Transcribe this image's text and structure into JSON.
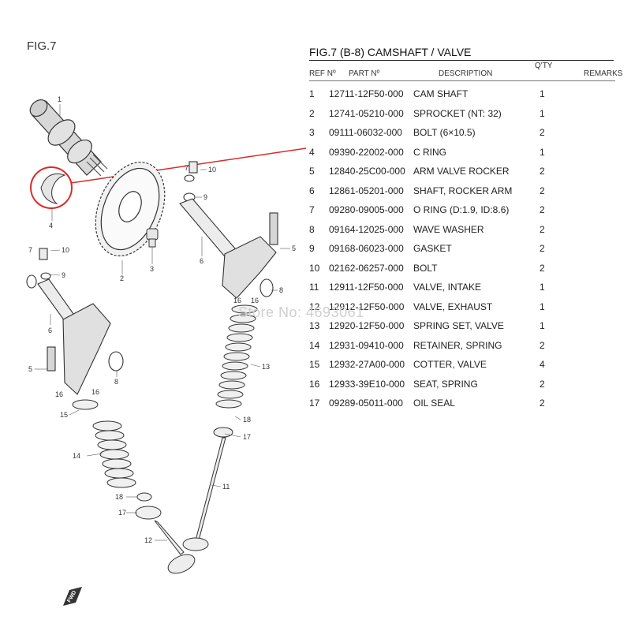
{
  "figure_label": "FIG.7",
  "section_title": "FIG.7 (B-8) CAMSHAFT / VALVE",
  "headers": {
    "ref": "REF Nº",
    "part": "PART Nº",
    "desc": "DESCRIPTION",
    "qty": "Q'TY",
    "remarks": "REMARKS"
  },
  "parts": [
    {
      "ref": "1",
      "part": "12711-12F50-000",
      "desc": "CAM SHAFT",
      "qty": "1"
    },
    {
      "ref": "2",
      "part": "12741-05210-000",
      "desc": "SPROCKET (NT: 32)",
      "qty": "1"
    },
    {
      "ref": "3",
      "part": "09111-06032-000",
      "desc": "BOLT (6×10.5)",
      "qty": "2"
    },
    {
      "ref": "4",
      "part": "09390-22002-000",
      "desc": "C RING",
      "qty": "1"
    },
    {
      "ref": "5",
      "part": "12840-25C00-000",
      "desc": "ARM VALVE ROCKER",
      "qty": "2"
    },
    {
      "ref": "6",
      "part": "12861-05201-000",
      "desc": "SHAFT, ROCKER ARM",
      "qty": "2"
    },
    {
      "ref": "7",
      "part": "09280-09005-000",
      "desc": "O RING (D:1.9, ID:8.6)",
      "qty": "2"
    },
    {
      "ref": "8",
      "part": "09164-12025-000",
      "desc": "WAVE WASHER",
      "qty": "2"
    },
    {
      "ref": "9",
      "part": "09168-06023-000",
      "desc": "GASKET",
      "qty": "2"
    },
    {
      "ref": "10",
      "part": "02162-06257-000",
      "desc": "BOLT",
      "qty": "2"
    },
    {
      "ref": "11",
      "part": "12911-12F50-000",
      "desc": "VALVE, INTAKE",
      "qty": "1"
    },
    {
      "ref": "12",
      "part": "12912-12F50-000",
      "desc": "VALVE, EXHAUST",
      "qty": "1"
    },
    {
      "ref": "13",
      "part": "12920-12F50-000",
      "desc": "SPRING SET, VALVE",
      "qty": "1"
    },
    {
      "ref": "14",
      "part": "12931-09410-000",
      "desc": "RETAINER, SPRING",
      "qty": "2"
    },
    {
      "ref": "15",
      "part": "12932-27A00-000",
      "desc": "COTTER, VALVE",
      "qty": "4"
    },
    {
      "ref": "16",
      "part": "12933-39E10-000",
      "desc": "SEAT, SPRING",
      "qty": "2"
    },
    {
      "ref": "17",
      "part": "09289-05011-000",
      "desc": "OIL SEAL",
      "qty": "2"
    }
  ],
  "watermark": "Store No: 4693061",
  "callouts": [
    "1",
    "2",
    "3",
    "4",
    "5",
    "6",
    "7",
    "8",
    "9",
    "10",
    "11",
    "12",
    "13",
    "14",
    "15",
    "16",
    "17",
    "18",
    "FWD"
  ],
  "colors": {
    "highlight": "#d92a2a",
    "line": "#333333"
  }
}
